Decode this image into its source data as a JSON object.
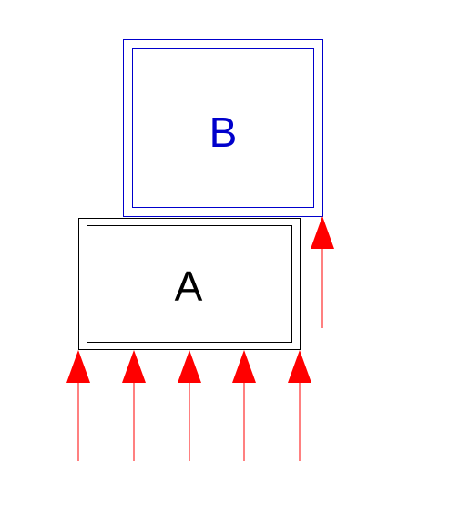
{
  "diagram": {
    "boxes": [
      {
        "id": "A",
        "label": "A",
        "color": "#000000"
      },
      {
        "id": "B",
        "label": "B",
        "color": "#0000cc"
      }
    ],
    "arrow_color": "#ff0000",
    "arrow_count_under_a": 5,
    "arrow_count_under_b": 1
  }
}
